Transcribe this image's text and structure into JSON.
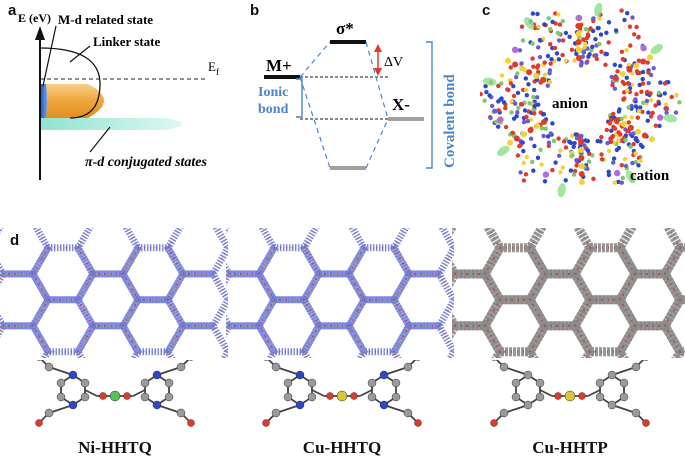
{
  "panels": {
    "a": {
      "label": "a",
      "y_axis": "E (eV)",
      "md_state": "M-d related state",
      "linker_state": "Linker state",
      "fermi": "E",
      "fermi_sub": "f",
      "pi_d": "π-d conjugated states"
    },
    "b": {
      "label": "b",
      "sigma_star": "σ*",
      "m_plus": "M+",
      "x_minus": "X-",
      "delta_v": "ΔV",
      "ionic": "Ionic",
      "bond": "bond",
      "covalent": "Covalent bond"
    },
    "c": {
      "label": "c",
      "anion": "anion",
      "cation": "cation"
    },
    "d": {
      "label": "d",
      "mofs": [
        {
          "name": "Ni-HHTQ",
          "metal_color": "#55c455"
        },
        {
          "name": "Cu-HHTQ",
          "metal_color": "#d7c733"
        },
        {
          "name": "Cu-HHTP",
          "metal_color": "#d7c733"
        }
      ]
    }
  },
  "colors": {
    "orange": "#f0a53a",
    "blue_fill": "#3a6fd0",
    "cyan": "#9fe8d8",
    "dash_blue": "#4a86c8",
    "red_arrow": "#e0392b",
    "gray_level": "#a0a0a0",
    "carbon": "#9a9a9a",
    "oxygen": "#e23a2a",
    "nitrogen": "#2c47c8"
  }
}
